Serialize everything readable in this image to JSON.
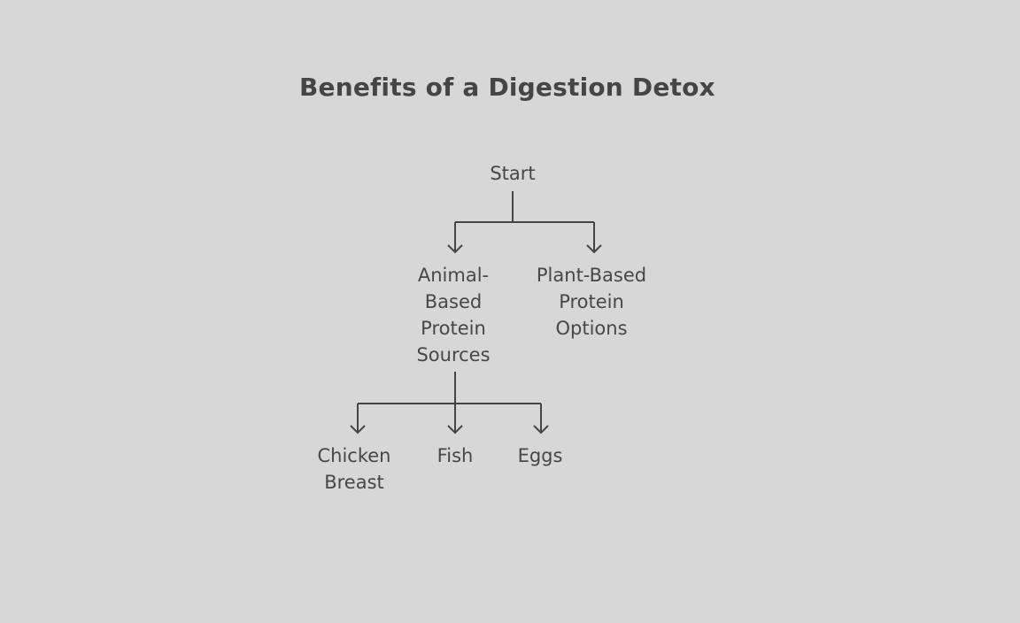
{
  "title": "Benefits of a Digestion Detox",
  "nodes": {
    "start": "Start",
    "animal": [
      "Animal-",
      "Based",
      "Protein",
      "Sources"
    ],
    "plant": [
      "Plant-Based",
      "Protein",
      "Options"
    ],
    "chicken": [
      "Chicken",
      "Breast"
    ],
    "fish": "Fish",
    "eggs": "Eggs"
  },
  "colors": {
    "background": "#d7d7d7",
    "ink": "#444444"
  }
}
